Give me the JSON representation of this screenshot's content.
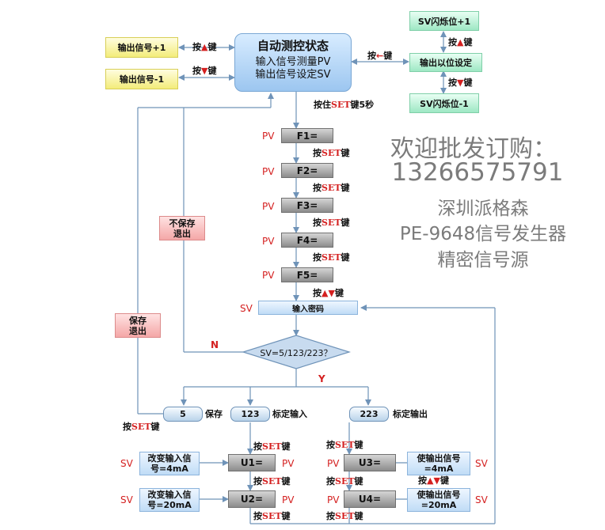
{
  "main": {
    "title": "自动测控状态",
    "line1": "输入信号测量PV",
    "line2": "输出信号设定SV"
  },
  "left": {
    "out_plus": "输出信号+1",
    "out_minus": "输出信号-1",
    "press": "按",
    "key": "键"
  },
  "right": {
    "flash_plus": "SV闪烁位+1",
    "shift": "输出以位设定",
    "flash_minus": "SV闪烁位-1",
    "press": "按",
    "key": "键",
    "left_arrow": "←"
  },
  "arrows": {
    "up": "▲",
    "down": "▼"
  },
  "hold_set": {
    "pre": "按住",
    "set": "SET",
    "post": "键5秒"
  },
  "set_label": "SET",
  "steps": [
    "F1=",
    "F2=",
    "F3=",
    "F4=",
    "F5="
  ],
  "pv": "PV",
  "sv": "SV",
  "password": "输入密码",
  "decision": "SV=5/123/223？",
  "no_label": "N",
  "yes_label": "Y",
  "exit_nosave": [
    "不保存",
    "退出"
  ],
  "exit_save": [
    "保存",
    "退出"
  ],
  "options": {
    "save_val": "5",
    "save_txt": "保存",
    "input_val": "123",
    "input_txt": "标定输入",
    "output_val": "223",
    "output_txt": "标定输出"
  },
  "cal": {
    "u1": "U1=",
    "u2": "U2=",
    "u3": "U3=",
    "u4": "U4=",
    "change_4": [
      "改变输入信",
      "号=4mA"
    ],
    "change_20": [
      "改变输入信",
      "号=20mA"
    ],
    "make_4": [
      "使输出信号",
      "=4mA"
    ],
    "make_20": [
      "使输出信号",
      "=20mA"
    ]
  },
  "watermark": {
    "line1": "欢迎批发订购：",
    "line2": "13266575791",
    "line3": "深圳派格森",
    "line4": "PE-9648信号发生器",
    "line5": "精密信号源"
  }
}
